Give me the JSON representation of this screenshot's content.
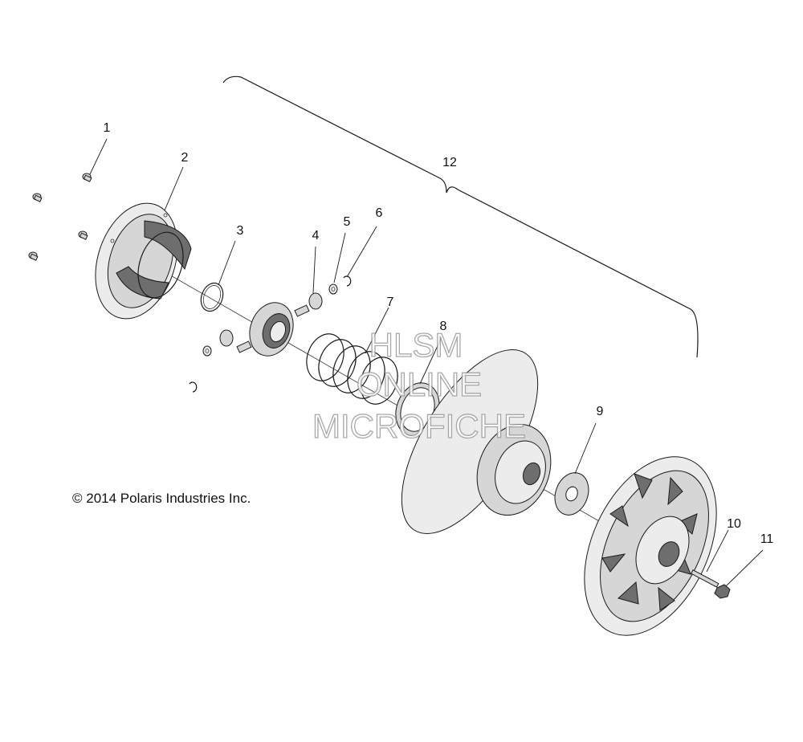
{
  "copyright": "© 2014 Polaris Industries Inc.",
  "watermark": {
    "line1": "HLSM",
    "line2": "ONLINE",
    "line3": "MICROFICHE"
  },
  "callouts": [
    {
      "id": "callout-1",
      "text": "1"
    },
    {
      "id": "callout-2",
      "text": "2"
    },
    {
      "id": "callout-3",
      "text": "3"
    },
    {
      "id": "callout-4",
      "text": "4"
    },
    {
      "id": "callout-5",
      "text": "5"
    },
    {
      "id": "callout-6",
      "text": "6"
    },
    {
      "id": "callout-7",
      "text": "7"
    },
    {
      "id": "callout-8",
      "text": "8"
    },
    {
      "id": "callout-9",
      "text": "9"
    },
    {
      "id": "callout-10",
      "text": "10"
    },
    {
      "id": "callout-11",
      "text": "11"
    },
    {
      "id": "callout-12",
      "text": "12"
    }
  ]
}
